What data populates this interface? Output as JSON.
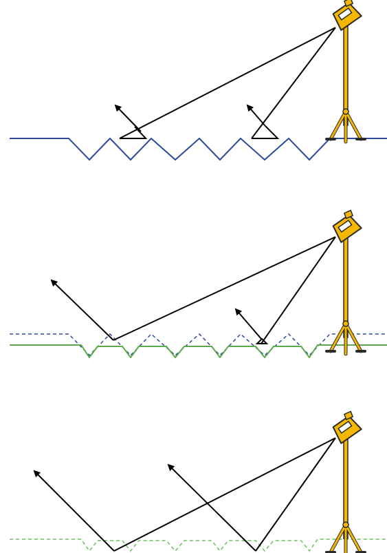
{
  "colors": {
    "background": "#ffffff",
    "original_surface": "#2e4a9e",
    "smoothed_surface": "#5aaa4a",
    "smoothed_surface_dashed": "#6cbf5e",
    "ray": "#000000",
    "lamp_fill": "#f5b800",
    "lamp_stroke": "#2a2a2a"
  },
  "panels": [
    {
      "id": "rough",
      "surface_original_style": "solid",
      "surface_smoothed_style": "none",
      "icon": "lamp-icon"
    },
    {
      "id": "partially-smoothed",
      "surface_original_style": "dashed",
      "surface_smoothed_style": "solid",
      "icon": "lamp-icon"
    },
    {
      "id": "fully-smoothed",
      "surface_original_style": "none",
      "surface_smoothed_style": "dashed",
      "icon": "lamp-icon"
    }
  ]
}
